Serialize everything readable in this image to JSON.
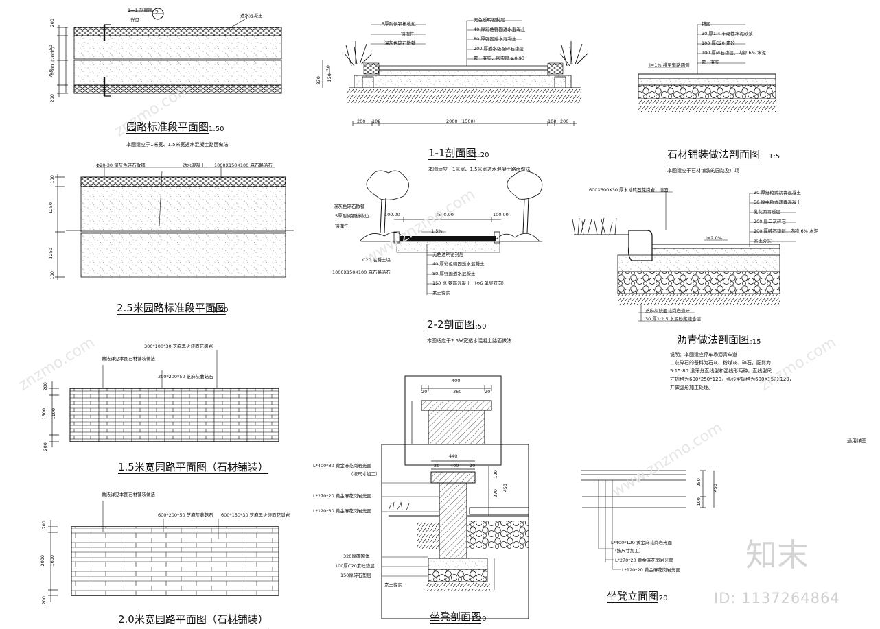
{
  "drawings": {
    "plan_std": {
      "title": "园路标准段平面图",
      "scale": "1:50",
      "note": "本图适应于1米宽、1.5米宽透水混凝土路面做法",
      "labels": [
        "1—1 剖面图",
        "详见",
        "透水混凝土"
      ],
      "callout": "2",
      "dims": [
        "200",
        "750",
        "1500（2000）",
        "750",
        "200"
      ]
    },
    "plan_25": {
      "title": "2.5米园路标准段平面图",
      "scale": "1:50",
      "labels": [
        "Φ20-30 深灰色碎石散铺",
        "透水混凝土",
        "1000X150X100 麻石路沿石"
      ],
      "dims": [
        "100",
        "1250",
        "1250",
        "100"
      ]
    },
    "plan_15": {
      "title": "1.5米宽园路平面图（石材铺装）",
      "scale": "1:50",
      "labels": [
        "做法详见本图石材铺装做法",
        "300*100*30 芝麻黑火烧面花岗岩",
        "200*200*50 芝麻灰蘑菇石"
      ],
      "dims": [
        "200",
        "1500",
        "1100",
        "200"
      ]
    },
    "plan_20": {
      "title": "2.0米宽园路平面图（石材铺装）",
      "scale": "1:50",
      "labels": [
        "做法详见本图石材铺装做法",
        "600*200*50 芝麻灰蘑菇石",
        "600*150*30 芝麻黑火烧面花岗岩"
      ],
      "dims": [
        "200",
        "2000",
        "1600",
        "200"
      ]
    },
    "sec_11": {
      "title": "1-1剖面图",
      "scale": "1:20",
      "note": "本图适应于1米宽、1.5米宽透水混凝土路面做法",
      "labels_left": [
        "5厚耐候钢板收边",
        "钢埋件",
        "深灰色碎石散铺"
      ],
      "labels_right": [
        "无色透明密封层",
        "40 厚彩色强固透水混凝土",
        "80 厚强固透水混凝土",
        "200 厚透水级配碎石垫层",
        "素土夯实，密实度 ≥0.93"
      ],
      "dims_h": [
        "200",
        "100",
        "2000（1500）",
        "100",
        "200"
      ],
      "dims_v": [
        "30",
        "150",
        "330"
      ]
    },
    "sec_22": {
      "title": "2-2剖面图",
      "scale": "1:50",
      "note": "本图适应于2.5米宽透水混凝土路面做法",
      "labels_left": [
        "深灰色碎石散铺",
        "5厚耐候钢板收边",
        "钢埋件",
        "C20 混凝土块",
        "1000X150X100 麻石路沿石"
      ],
      "labels_right": [
        "无色透明密封层",
        "40 厚彩色强固透水混凝土",
        "80 厚强固透水混凝土",
        "150 厚 钢筋混凝土 （Φ6 单层双向）",
        "素土夯实"
      ],
      "dims": [
        "100.00",
        "2500.00",
        "100.00"
      ],
      "slope": "1.5%"
    },
    "stone": {
      "title": "石材铺装做法剖面图",
      "scale": "1:5",
      "note": "本图适应于石材铺装的园路及广场",
      "labels": [
        "铺面",
        "30 厚1:4 干硬性水泥砂浆",
        "100 厚C20 素砼",
        "100 厚碎石垫层，内掺 6% 水泥",
        "素土夯实"
      ],
      "slope": "i=1% 排至道路两侧"
    },
    "asphalt": {
      "title": "沥青做法剖面图",
      "scale": "1:15",
      "top_label": "600X300X30 厚木地砖石花岗岩，烧面",
      "labels": [
        "30 厚细粒式沥青混凝土",
        "50 厚中粒式沥青混凝土",
        "乳化沥青透层",
        "200 厚二灰碎石",
        "200 厚碎石垫层，内掺 6% 水泥",
        "素土夯实"
      ],
      "bottom_labels": [
        "芝麻灰烧面花岗岩道牙",
        "30 厚1:2.5 水泥砂浆结合层"
      ],
      "slope": "i=2.0%",
      "description": [
        "说明：本图适应停车场沥青车道",
        "二灰碎石的基料为石灰、粉煤灰、碎石，配比为",
        "5:15:80 道牙分直线型和弧线形两种，直线型尺",
        "寸规格为600*250*120，弧线型规格为600X250X120，",
        "并做弧形加工处理。"
      ],
      "general": "通用详图"
    },
    "bench_sec": {
      "title": "坐凳剖面图",
      "scale": "1:20",
      "labels": [
        "L*400*80 黄金麻花岗岩光面",
        "（按尺寸加工）",
        "L*270*20 黄金麻花岗岩光面",
        "L*120*30 黄金麻花岗岩光面",
        "320厚砖砌体",
        "100厚C20素砼垫层",
        "150厚碎石垫层",
        "素土夯实"
      ],
      "dims": [
        "400",
        "20",
        "360",
        "20",
        "440",
        "20",
        "400",
        "20",
        "120",
        "270",
        "450"
      ]
    },
    "bench_elev": {
      "title": "坐凳立面图",
      "scale": "1:20",
      "labels": [
        "L*400*120 黄金麻花岗岩光面",
        "（按尺寸加工）",
        "L*270*20 黄金麻花岗岩光面",
        "L*120*20 黄金麻花岗岩光面"
      ],
      "dims": [
        "250",
        "100",
        "450"
      ]
    }
  },
  "watermark": {
    "logo": "知末",
    "id": "ID: 1137264864",
    "repeat": "znzmo.com",
    "repeat2": "www.znzmo.com"
  }
}
